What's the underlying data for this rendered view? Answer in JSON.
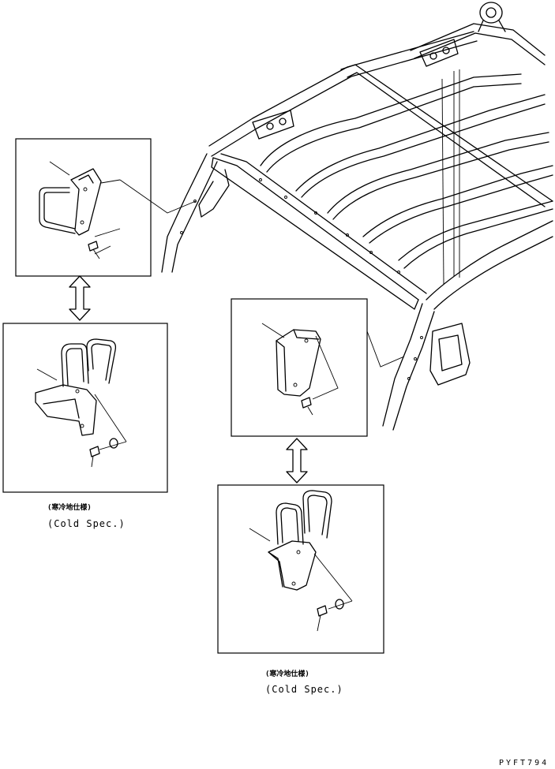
{
  "captions": {
    "left_jp": "(寒冷地仕様)",
    "left_en": "(Cold Spec.)",
    "right_jp": "(寒冷地仕様)",
    "right_en": "(Cold Spec.)"
  },
  "drawing_code": "PYFT794"
}
